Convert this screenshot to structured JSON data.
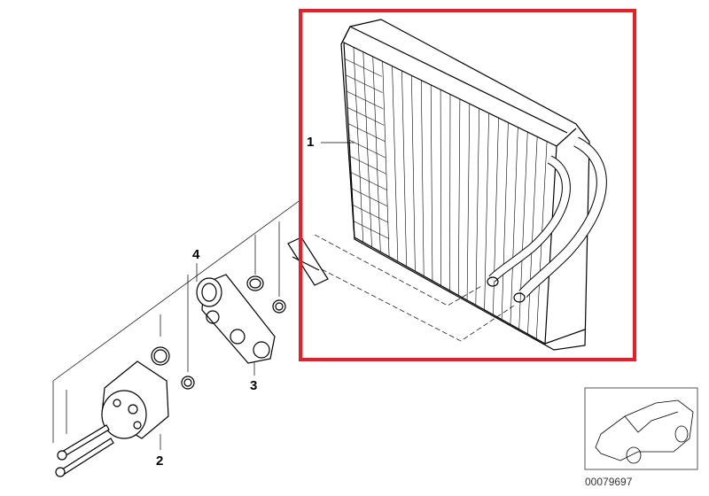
{
  "diagram": {
    "callouts": [
      {
        "id": "1",
        "label": "1"
      },
      {
        "id": "2",
        "label": "2"
      },
      {
        "id": "3",
        "label": "3"
      },
      {
        "id": "4",
        "label": "4"
      }
    ],
    "reference_number": "00079697",
    "highlight_color": "#ee1c24"
  }
}
